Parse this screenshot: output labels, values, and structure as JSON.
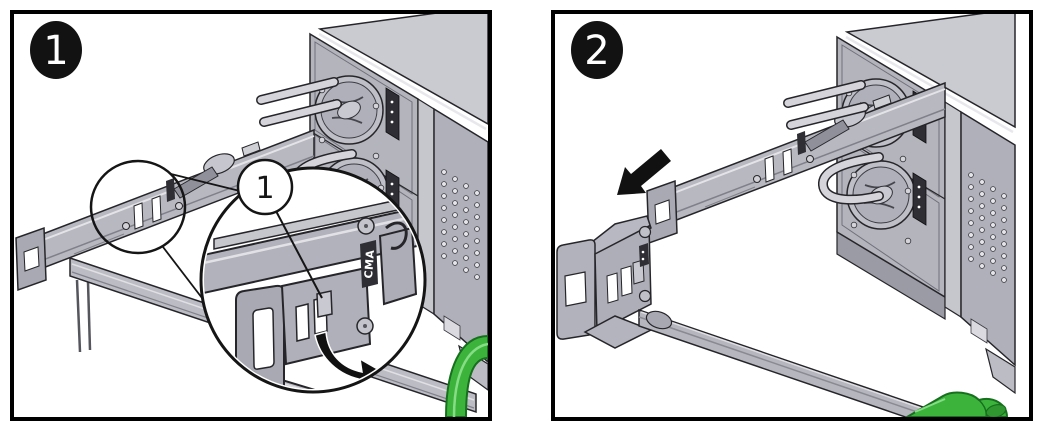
{
  "figure": {
    "panels": [
      {
        "badge_label": "1",
        "callout_label": "1",
        "inset_label": "CMA"
      },
      {
        "badge_label": "2"
      }
    ],
    "colors": {
      "background": "#ffffff",
      "panel_border": "#000000",
      "badge_fill": "#121212",
      "badge_text": "#ffffff",
      "metal": "#b6b6bf",
      "metal_light": "#d8d8de",
      "metal_dark": "#8e8e98",
      "outline": "#26262a",
      "green": "#3cb43c",
      "green_dark": "#16701d",
      "arrow": "#111111"
    }
  }
}
